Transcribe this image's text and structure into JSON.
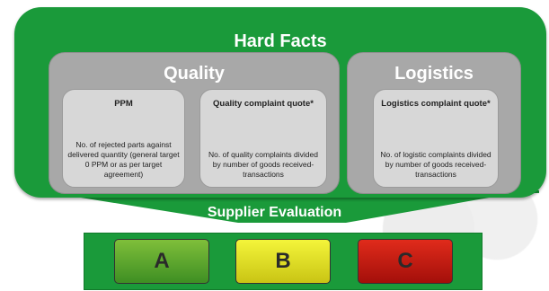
{
  "hard_facts": {
    "title": "Hard Facts",
    "color": "#1a9a3a"
  },
  "quality": {
    "title": "Quality",
    "cards": [
      {
        "title": "PPM",
        "description": "No. of rejected parts against delivered quantity (general target 0 PPM or as per target agreement)"
      },
      {
        "title": "Quality complaint quote*",
        "description": "No. of quality complaints divided by number of goods received-transactions"
      }
    ]
  },
  "logistics": {
    "title": "Logistics",
    "cards": [
      {
        "title": "Logistics complaint quote*",
        "description": "No. of logistic complaints divided by number of goods received-transactions"
      }
    ]
  },
  "supplier_evaluation": {
    "title": "Supplier Evaluation",
    "grades": [
      {
        "label": "A",
        "color": "#5aa52f"
      },
      {
        "label": "B",
        "color": "#e6e62a"
      },
      {
        "label": "C",
        "color": "#c81d12"
      }
    ]
  }
}
